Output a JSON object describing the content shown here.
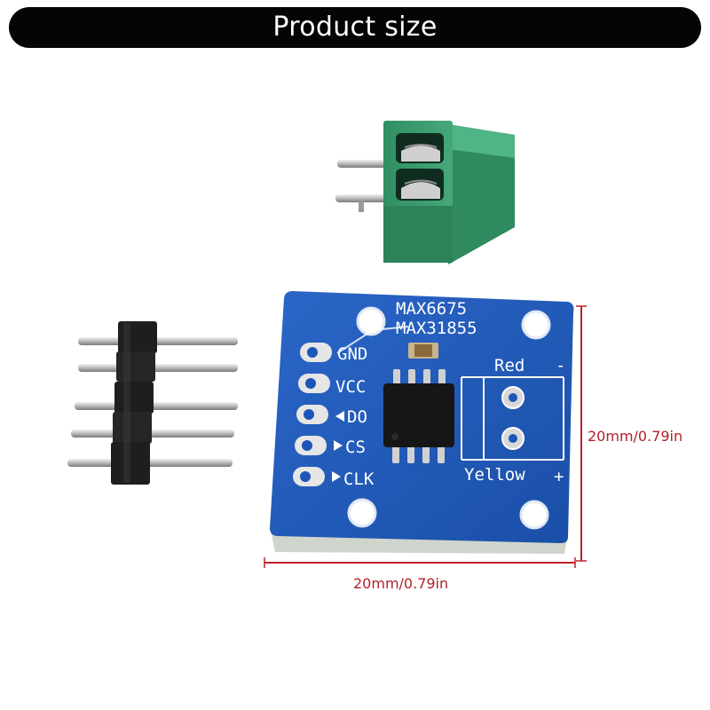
{
  "title": "Product size",
  "board": {
    "chip_labels": [
      "MAX6675",
      "MAX31855"
    ],
    "pins": [
      "GND",
      "VCC",
      "DO",
      "CS",
      "CLK"
    ],
    "terminal_top": "Red",
    "terminal_top_sign": "-",
    "terminal_bottom": "Yellow",
    "terminal_bottom_sign": "+"
  },
  "dimensions": {
    "height": "20mm/0.79in",
    "width": "20mm/0.79in"
  },
  "colors": {
    "banner": "#050505",
    "pcb": "#1c56b8",
    "terminal_block": "#3aa071",
    "dimension_line": "#c0202a"
  }
}
